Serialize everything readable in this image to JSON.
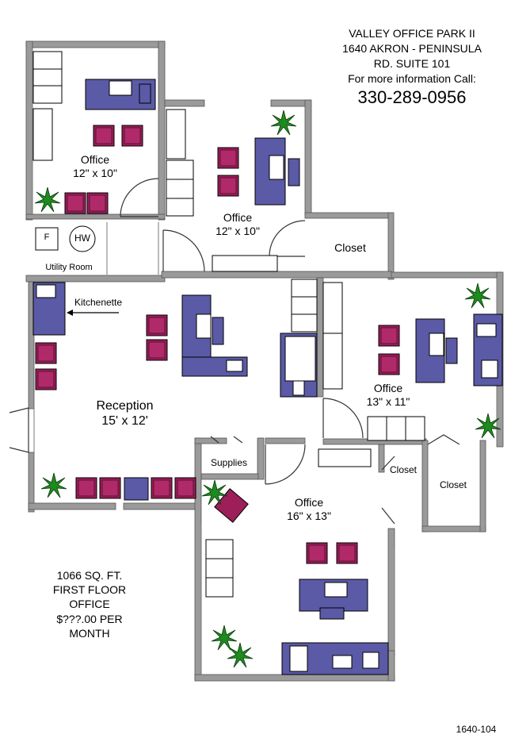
{
  "header": {
    "line1": "VALLEY OFFICE PARK II",
    "line2": "1640 AKRON - PENINSULA",
    "line3": "RD. SUITE 101",
    "line4": "For more information Call:",
    "phone": "330-289-0956"
  },
  "rooms": {
    "office_a": {
      "name": "Office",
      "size": "12\" x 10\""
    },
    "office_b": {
      "name": "Office",
      "size": "12\" x 10\""
    },
    "closet_top": {
      "name": "Closet"
    },
    "utility": {
      "name": "Utility Room",
      "furnace": "F",
      "water_heater": "HW"
    },
    "kitchenette": {
      "name": "Kitchenette"
    },
    "reception": {
      "name": "Reception",
      "size": "15' x 12'"
    },
    "office_c": {
      "name": "Office",
      "size": "13\" x 11\""
    },
    "supplies": {
      "name": "Supplies"
    },
    "closet_mid": {
      "name": "Closet"
    },
    "closet_right": {
      "name": "Closet"
    },
    "office_d": {
      "name": "Office",
      "size": "16\" x 13\""
    }
  },
  "info": {
    "line1": "1066 SQ. FT.",
    "line2": "FIRST FLOOR",
    "line3": "OFFICE",
    "line4": "$???.00 PER",
    "line5": "MONTH"
  },
  "footer": {
    "code": "1640-104"
  },
  "colors": {
    "wall": "#9a9a9a",
    "desk": "#5a5aa6",
    "chair": "#9c1f5a",
    "plant": "#1f7a1f",
    "cabinet": "#ffffff"
  }
}
